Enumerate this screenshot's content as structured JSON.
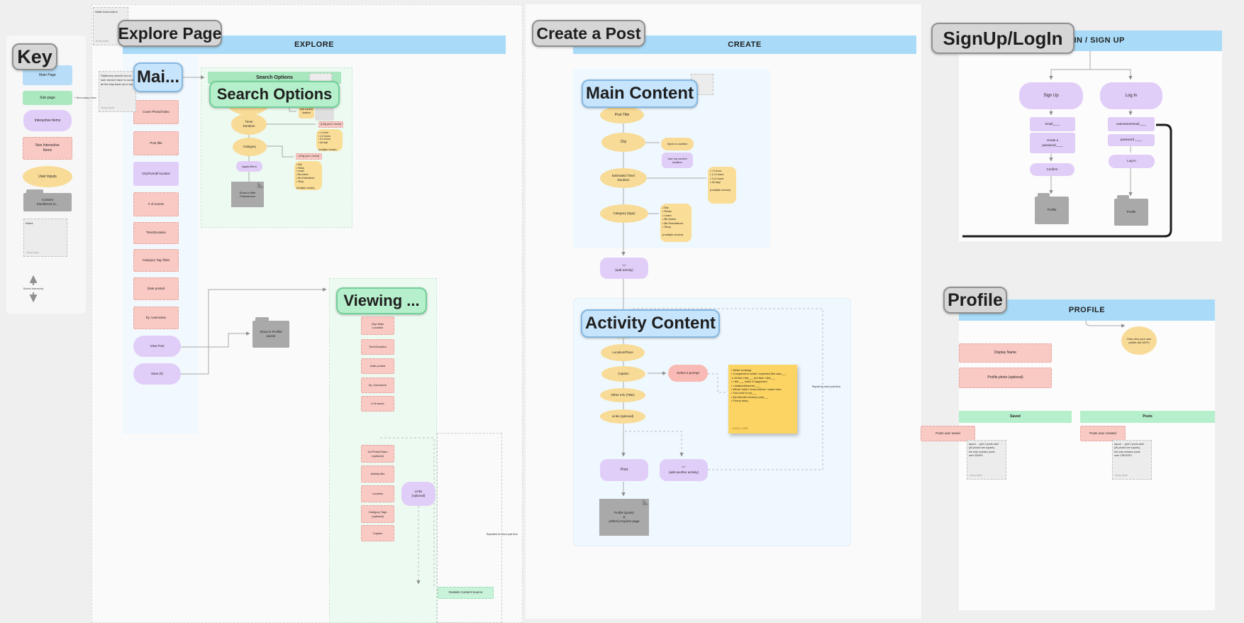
{
  "colors": {
    "header_blue": "#a9dbf8",
    "label_blue": "#c6e4fb",
    "label_green": "#b6efcb",
    "label_gray": "#d6d6d6",
    "green": "#abe8c0",
    "purple": "#e1cef8",
    "pink": "#f9c9c4",
    "yellow": "#f8db97",
    "sticky_yellow": "#fcd463",
    "folder_gray": "#a9a9a9"
  },
  "key": {
    "title": "Key",
    "main_page": "Main Page",
    "sub_page": "Sub-page",
    "sub_page_note": "+ Secondary view",
    "interactive": "Interactive Items",
    "non_interactive": "Non Interactive\nItems",
    "user_inputs": "User Inputs",
    "transfer": "Content\ntransferred to...",
    "notes_title": "Notes",
    "signature": "Avery Autel",
    "hierarchy": "Select hierarchy"
  },
  "explore": {
    "label": "Explore Page",
    "header": "EXPLORE",
    "back_note": "Static back button",
    "search_note": "Stationery search bar so user doesn't have to scroll all the way back up to top",
    "note_signature": "Avery Autel",
    "main_label": "Mai...",
    "column": [
      "Cover Photo/Video",
      "Post title",
      "City/Overall location",
      "# of events",
      "Time/Duration",
      "Category Tag Titles",
      "Date posted",
      "by: Username"
    ],
    "view_post": "View Post",
    "save": "Save (#)",
    "search_options": {
      "header": "Search Options",
      "label": "Search Options",
      "time": "Time/\nDuration",
      "category": "Category",
      "apply": "Apply filters",
      "doc": "Show in filter\nPreferences",
      "use_location": "use current location",
      "pick_one_time": "(Only pick 1 event)",
      "time_options": "• <1 hour\n• 1-2 hours\n• 3-4 hours\n• all day!\n\n(multiple choice)",
      "pick_one_category": "(Only pick 1 event)",
      "category_options": "• Eat\n• Relax\n• Learn\n• Be Active\n• Be Entertained\n• Shop\n\n(multiple choice)"
    },
    "viewing": {
      "label": "Viewing ...",
      "folder": "Show in Profile/\nsaves/",
      "post_fields": [
        "City/ Main\nLocation",
        "Time/Duration",
        "Date posted",
        "by: Username",
        "# of saves"
      ],
      "activity_fields": [
        "1st Photo/Video\n(optional)",
        "Activity title",
        "Location",
        "Category Tags\n(optional)",
        "Caption"
      ],
      "links": "Links\n(optional)",
      "outside": "Outside Content Source",
      "repeat_note": "Repeated for each post item"
    }
  },
  "create": {
    "label": "Create a Post",
    "header": "CREATE",
    "main": {
      "label": "Main Content",
      "post_title": "Post Title",
      "city": "City",
      "est_time": "Estimated Time/\nDuration",
      "category": "Category (tags)",
      "input_location": "Input a Location",
      "use_current": "Use my current\nlocation",
      "time_options": "• <1 hour\n• 1-2 hours\n• 3-4 hours\n• all day!\n\n(multiple choice)",
      "category_options": "• Eat\n• Relax\n• Learn\n• Be Active\n• Be Entertained\n• Shop\n\n(multiple choice)"
    },
    "add_activity": "\"+\"\n(add activity)",
    "activity": {
      "label": "Activity Content",
      "location_place": "Location/Place",
      "caption": "Caption",
      "other_info": "Other Info (TBD)",
      "links": "Links (optional)",
      "select_prompt": "Select a prompt",
      "prompts": "• While working!\n• Compared to what I expected this was___\n    ↳ At first I felt___ but then I felt___\n• I felt ___ when it happened\n• I realized/learned ___\n• What I wish I knew before I came here\n• You have to try___\n• My favorite memory was___\n• Funny story...",
      "prompt_signature": "Avery Autel",
      "repeat_note": "Repeat for each post item",
      "post": "Post",
      "add_another": "\"+\"\n(add another activity)",
      "doc": "Profile (posts)\n&\n(others) Explore page"
    }
  },
  "signup": {
    "label": "SignUp/LogIn",
    "header": "LOGIN / SIGN UP",
    "sign_up": "Sign Up",
    "email": "email____",
    "create_password": "create a\npassword____",
    "confirm": "Confirm",
    "profile_left": "Profile",
    "log_in": "Log In",
    "username": "username/email____",
    "password": "password ____",
    "log_in_button": "Log In",
    "profile_right": "Profile"
  },
  "profile": {
    "label": "Profile",
    "header": "PROFILE",
    "own_note": "Only view your own\nprofile (for MVP)",
    "display_name": "Display Name",
    "photo": "Profile photo (optional)",
    "saved_header": "Saved",
    "posts_header": "Posts",
    "posts_saved": "Posts user saved",
    "posts_created": "Posts user created",
    "saved_note": "layout → grid 2 posts wide\n(all photos are square),\nbut only contains posts\nuser SAVED",
    "created_note": "layout → grid 2 posts wide\n(all photos are square),\nbut only contains posts\nuser CREATED",
    "signature": "Avery Autel"
  }
}
